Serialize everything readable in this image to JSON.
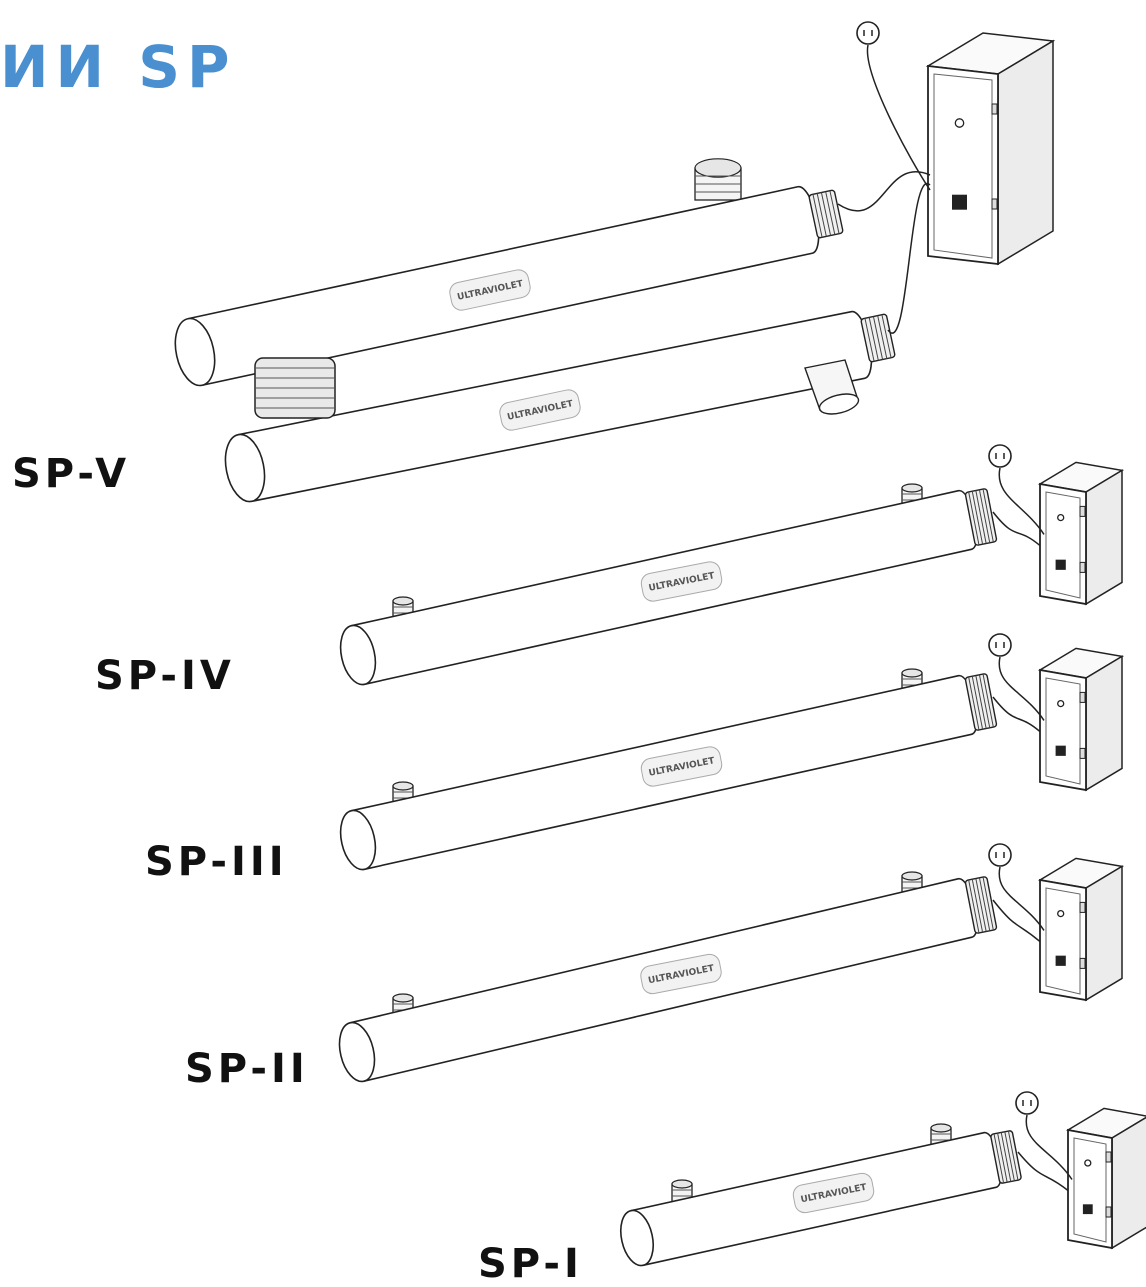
{
  "title": {
    "text": "ИИ SP",
    "color": "#4a8fd0"
  },
  "models": [
    {
      "label": "SP-V"
    },
    {
      "label": "SP-IV"
    },
    {
      "label": "SP-III"
    },
    {
      "label": "SP-II"
    },
    {
      "label": "SP-I"
    }
  ],
  "logo_text": "ULTRAVIOLET",
  "line_color": "#222222"
}
